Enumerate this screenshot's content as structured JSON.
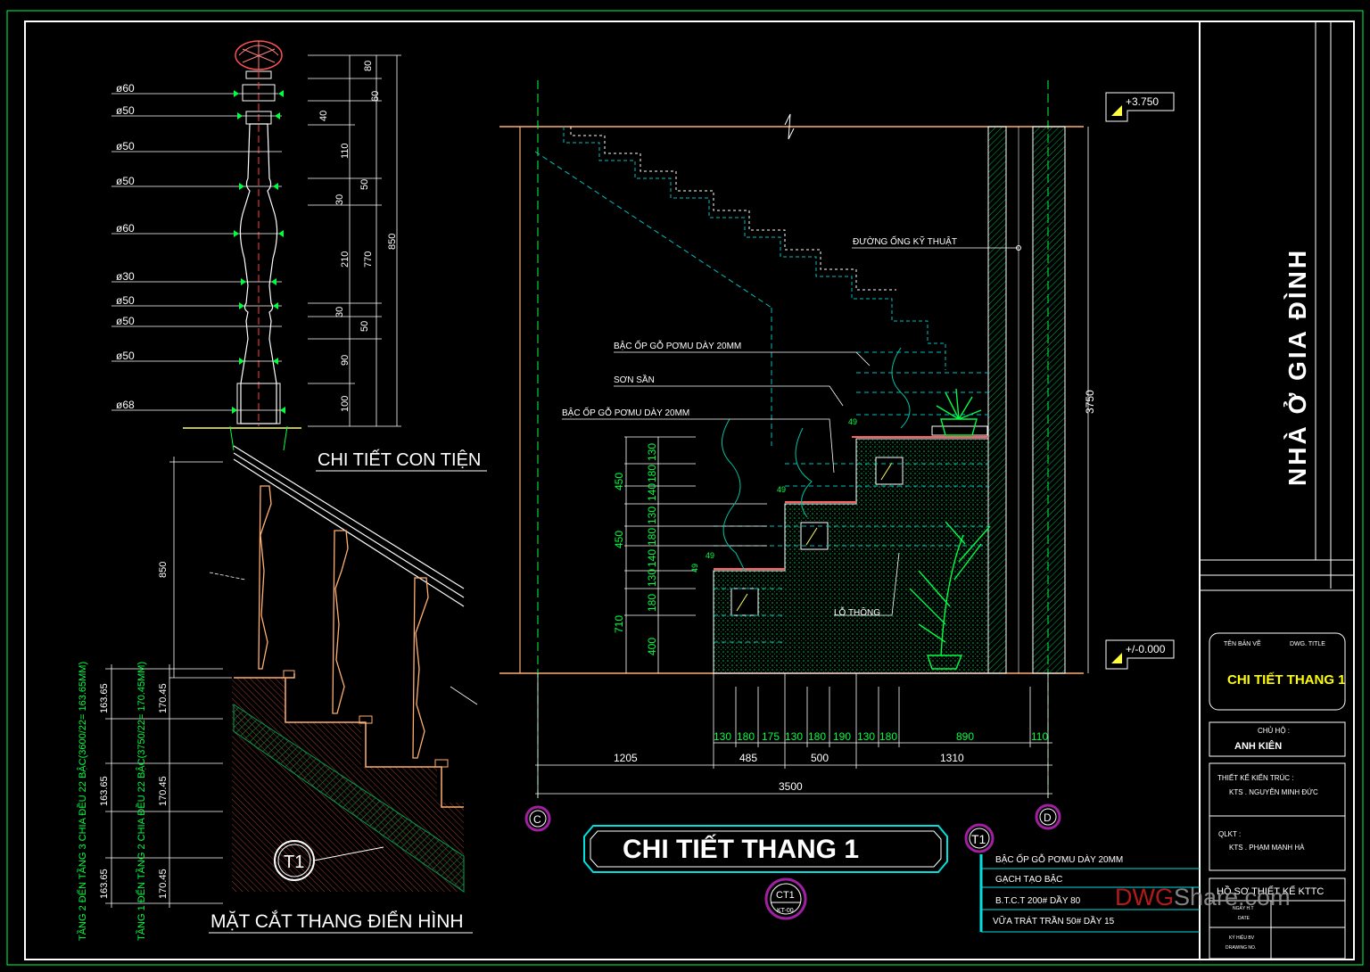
{
  "drawing": {
    "main_title": "CHI TIẾT THANG 1",
    "section_title": "MẶT CẮT THANG ĐIỂN HÌNH",
    "baluster_title": "CHI TIẾT CON TIỆN",
    "marker_t1": "T1",
    "ref_code": "CT1",
    "ref_sheet": "KT-00",
    "grid_c": "C",
    "grid_d": "D",
    "level_top": "+3.750",
    "level_bottom": "+/-0.000",
    "overall_height": "3750",
    "overall_width": "3500"
  },
  "baluster": {
    "diameters": [
      "ø60",
      "ø50",
      "ø50",
      "ø50",
      "ø60",
      "ø30",
      "ø50",
      "ø50",
      "ø50",
      "ø68"
    ],
    "seg_dims": [
      "80",
      "60",
      "40",
      "110",
      "30",
      "50",
      "210",
      "30",
      "50",
      "90",
      "100"
    ],
    "mid_dims": [
      "770"
    ],
    "total_dim": "850"
  },
  "section": {
    "rail_height": "850",
    "riser_a": "163.65",
    "riser_b": "170.45",
    "note_floor2": "TẦNG 2 ĐẾN TẦNG 3 CHIA ĐỀU 22 BẬC(3600/22= 163.65MM)",
    "note_floor1": "TẦNG 1 ĐẾN TẦNG 2 CHIA ĐỀU 22 BẬC(3750/22= 170.45MM)"
  },
  "elevation": {
    "labels": {
      "pipe": "ĐƯỜNG ỐNG KỸ THUẬT",
      "wood_step_upper": "BẬC ỐP GỖ PƠMU  DÀY 20MM",
      "paint": "SƠN SẦN",
      "wood_step_lower": "BẬC ỐP GỖ PƠMU  DÀY 20MM",
      "vent": "LỖ THÔNG"
    },
    "left_dims_outer": [
      "450",
      "450",
      "710"
    ],
    "left_dims_inner": [
      "130",
      "180",
      "140",
      "130",
      "180",
      "140",
      "130",
      "180",
      "400"
    ],
    "bottom_dims_fine": [
      "130",
      "180",
      "175",
      "130",
      "180",
      "190",
      "130",
      "180",
      "890",
      "110"
    ],
    "bottom_dims_mid": [
      "1205",
      "485",
      "500",
      "1310"
    ],
    "small_dims": [
      "49",
      "49",
      "49",
      "49"
    ]
  },
  "legend": {
    "items": [
      "BẬC ỐP GỖ PƠMU  DÀY 20MM",
      "GẠCH TẠO BẬC",
      "B.T.C.T 200# DẦY 80",
      "VỮA TRÁT TRẦN 50# DẦY 15"
    ]
  },
  "title_block": {
    "project": "NHÀ Ở GIA ĐÌNH",
    "drawing_name_label": "TÊN BẢN VẼ",
    "drawing_title_label": "DWG. TITLE",
    "drawing_name": "CHI TIẾT THANG 1",
    "owner_label": "CHỦ HỘ :",
    "owner": "ANH KIÊN",
    "architect_label": "THIẾT KẾ KIẾN TRÚC :",
    "architect": "KTS . NGUYỄN MINH ĐỨC",
    "manager_label": "QLKT  :",
    "manager": "KTS . PHẠM MẠNH HÀ",
    "dossier": "HỒ SƠ THIẾT KẾ KTTC",
    "date_label": "NGÀY H.T",
    "date_label_en": "DATE",
    "code_label": "KÝ HIỆU BV",
    "code_label_en": "DRAWING NO."
  },
  "watermark": {
    "brand_a": "DWG",
    "brand_b": "Share.com"
  },
  "colors": {
    "background": "#000000",
    "frame": "#ffffff",
    "dimension": "#00ff40",
    "hatch": "#00c850",
    "stair": "#ffb070",
    "cyan": "#00e0e0",
    "title_yellow": "#ffff00",
    "grid_circle": "#a020a0",
    "watermark_red": "#d02020"
  }
}
